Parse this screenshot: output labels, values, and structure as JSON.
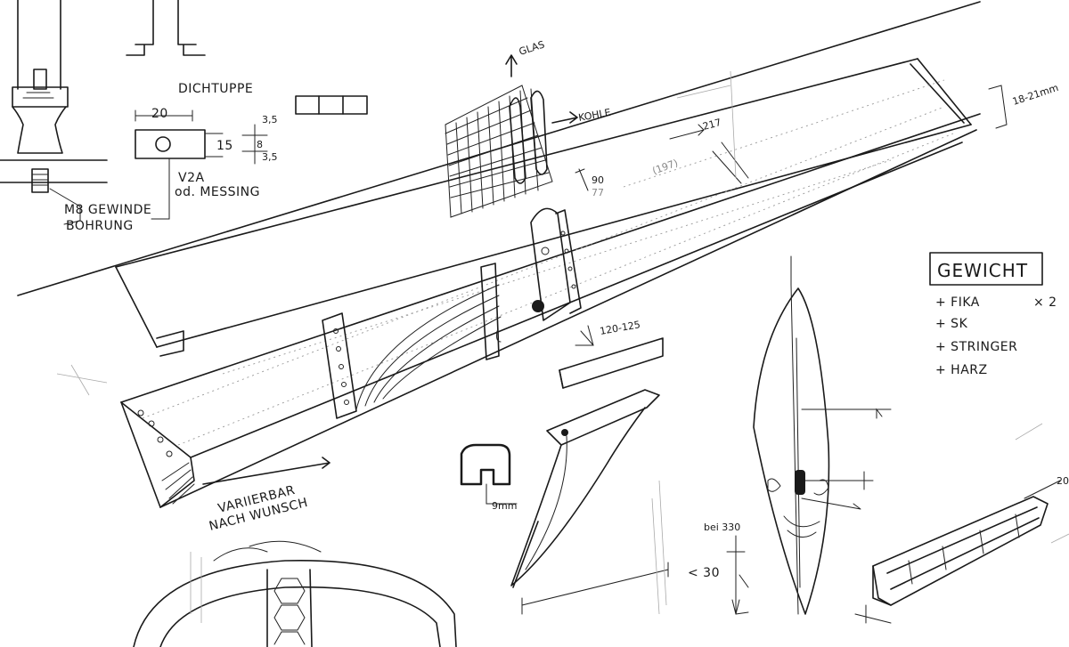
{
  "labels": {
    "dichtuppe": "DICHTUPPE",
    "dim_20": "20",
    "dim_15": "15",
    "dim_3_5_top": "3,5",
    "dim_8": "8",
    "dim_3_5_bottom": "3,5",
    "v2a": "V2A",
    "messing": "od. MESSING",
    "m8_gewinde": "M8 GEWINDE",
    "bohrung": "BOHRUNG",
    "glas": "GLAS",
    "kohle": "KOHLE",
    "dim_217": "217",
    "dim_197": "(197)",
    "dim_90": "90",
    "dim_77": "77",
    "dim_18_21": "18-21mm",
    "dim_120_125": "120-125",
    "variierbar": "VARIIERBAR",
    "nach_wunsch": "NACH WUNSCH",
    "dim_9mm": "9mm",
    "bis_330": "bei 330",
    "dim_lt30": "< 30",
    "dim_20_right": "20"
  },
  "gewicht": {
    "title": "GEWICHT",
    "items": [
      "+ FIKA",
      "+ SK",
      "+ STRINGER",
      "+ HARZ"
    ],
    "multiplier": "× 2"
  }
}
